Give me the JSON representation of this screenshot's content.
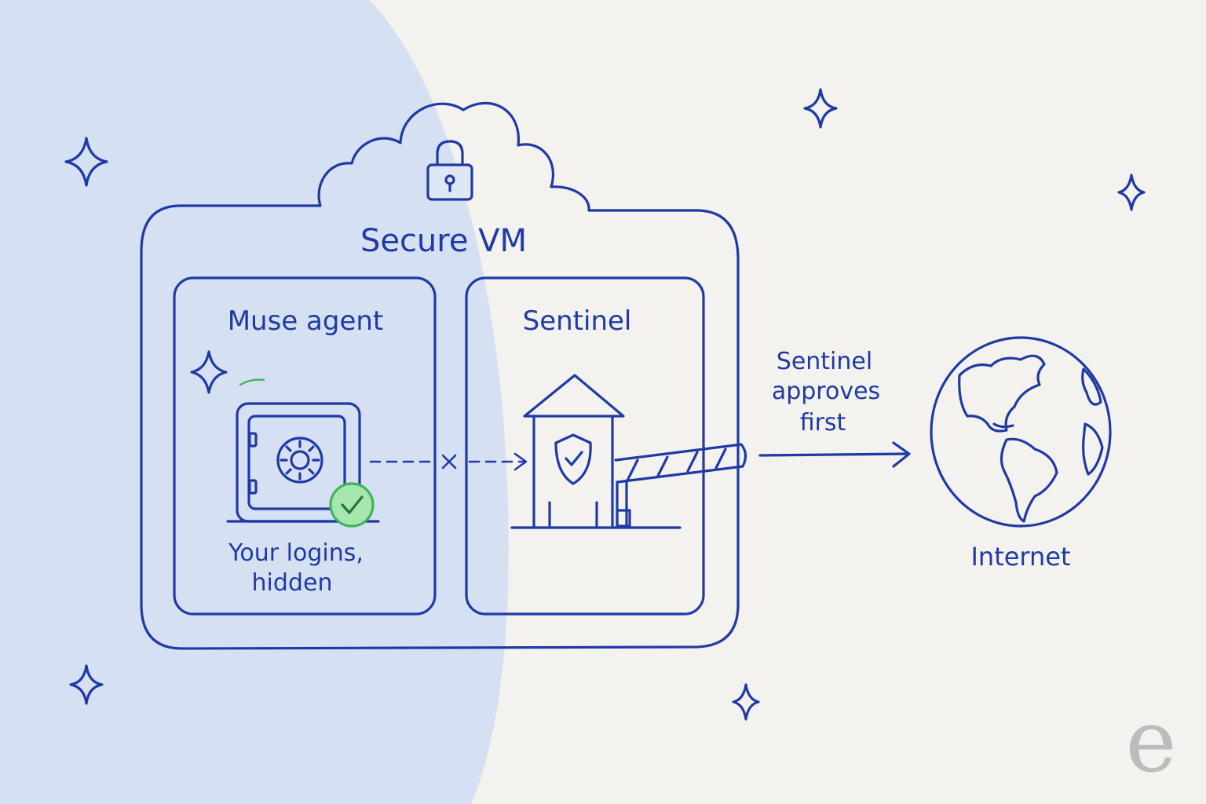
{
  "diagram": {
    "container_title": "Secure VM",
    "agent_panel": {
      "title": "Muse agent",
      "caption_line1": "Your logins,",
      "caption_line2": "hidden"
    },
    "sentinel_panel": {
      "title": "Sentinel"
    },
    "arrow_label": {
      "line1": "Sentinel",
      "line2": "approves",
      "line3": "first"
    },
    "destination": {
      "label": "Internet"
    },
    "watermark": "e",
    "colors": {
      "ink": "#1f3aa6",
      "background": "#f3f2ee",
      "blob": "#d6e0f3",
      "check_green": "#3fb55a",
      "check_fill": "#a8e6b0",
      "watermark": "#bcbcbc"
    },
    "icons": [
      "lock-icon",
      "safe-icon",
      "check-badge-icon",
      "guard-tower-icon",
      "shield-check-icon",
      "barrier-gate-icon",
      "globe-icon",
      "sparkle-icon",
      "blocked-x-icon"
    ]
  }
}
